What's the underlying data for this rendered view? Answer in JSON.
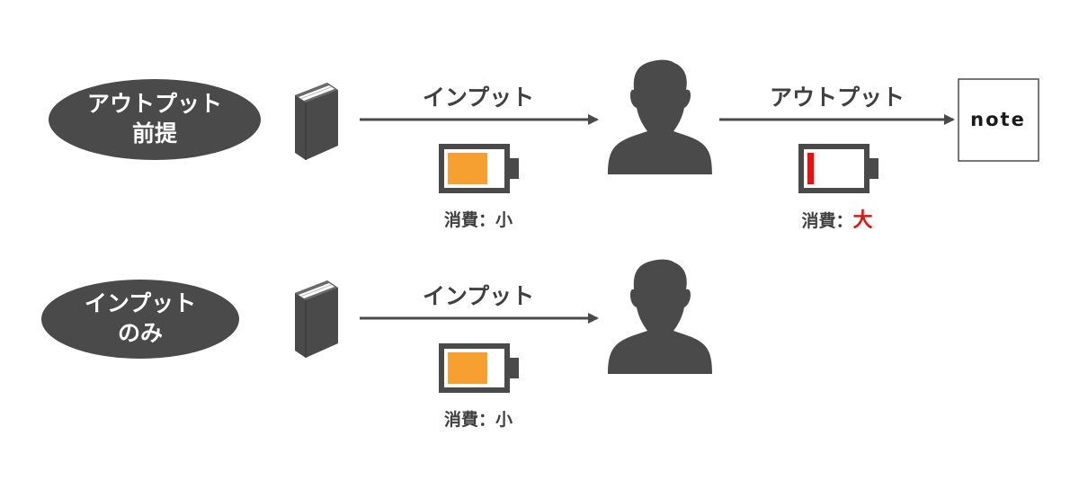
{
  "colors": {
    "dark": "#4a4a4a",
    "text": "#404040",
    "battery_fill": "#f5a030",
    "battery_low": "#e8120c",
    "highlight": "#e8120c"
  },
  "rows": [
    {
      "pill": {
        "line1": "アウトプット",
        "line2": "前提"
      },
      "input_label": "インプット",
      "input_battery": {
        "label": "消費：小",
        "level": 0.75
      },
      "output_label": "アウトプット",
      "output_battery": {
        "label_prefix": "消費：",
        "label_emph": "大",
        "level": 0.12
      },
      "target": "note"
    },
    {
      "pill": {
        "line1": "インプット",
        "line2": "のみ"
      },
      "input_label": "インプット",
      "input_battery": {
        "label": "消費：小",
        "level": 0.75
      }
    }
  ],
  "icons": [
    "book-icon",
    "person-icon",
    "battery-icon",
    "note-logo"
  ]
}
